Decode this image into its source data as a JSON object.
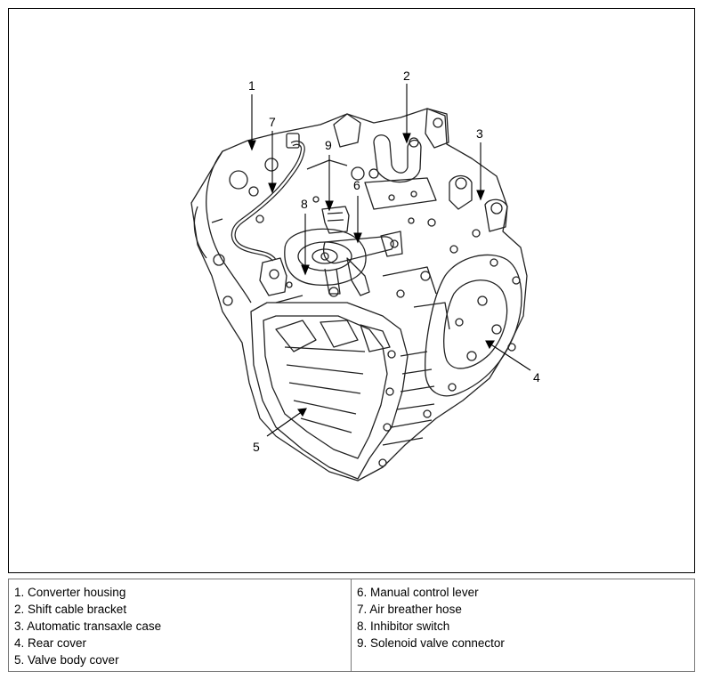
{
  "callouts": [
    "1",
    "2",
    "3",
    "4",
    "5",
    "6",
    "7",
    "8",
    "9"
  ],
  "legend": {
    "left": [
      "1. Converter housing",
      "2. Shift cable bracket",
      "3. Automatic transaxle case",
      "4. Rear cover",
      "5. Valve body cover"
    ],
    "right": [
      "6. Manual control lever",
      "7. Air breather hose",
      "8. Inhibitor switch",
      "9. Solenoid valve connector"
    ]
  }
}
